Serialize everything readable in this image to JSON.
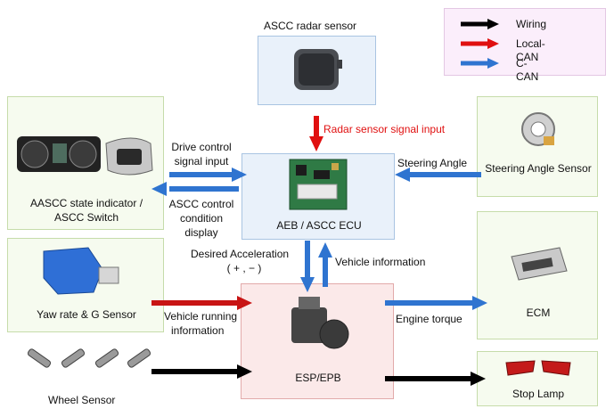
{
  "legend": {
    "items": [
      {
        "label": "Wiring",
        "color": "#000000"
      },
      {
        "label": "Local-CAN",
        "color": "#e01010"
      },
      {
        "label": "C-CAN",
        "color": "#2f74d0"
      }
    ]
  },
  "nodes": {
    "radar": {
      "label": "ASCC radar sensor"
    },
    "ecu": {
      "label": "AEB / ASCC ECU"
    },
    "indicator": {
      "label_line1": "AASCC state indicator /",
      "label_line2": "ASCC  Switch"
    },
    "steering": {
      "label": "Steering Angle Sensor"
    },
    "yaw": {
      "label": "Yaw rate & G Sensor"
    },
    "ecm": {
      "label": "ECM"
    },
    "esp": {
      "label": "ESP/EPB"
    },
    "wheel": {
      "label": "Wheel Sensor"
    },
    "stop_lamp": {
      "label": "Stop Lamp"
    }
  },
  "signals": {
    "radar_signal": "Radar sensor signal input",
    "drive_control_1": "Drive control",
    "drive_control_2": "signal input",
    "ascc_condition_1": "ASCC control",
    "ascc_condition_2": "condition",
    "ascc_condition_3": "display",
    "steering_angle": "Steering Angle",
    "desired_accel_1": "Desired Acceleration",
    "desired_accel_2": "( + , − )",
    "vehicle_information": "Vehicle information",
    "vehicle_running_1": "Vehicle running",
    "vehicle_running_2": "information",
    "engine_torque": "Engine torque"
  },
  "colors": {
    "wiring": "#000000",
    "local_can": "#e01010",
    "c_can": "#2f74d0"
  }
}
